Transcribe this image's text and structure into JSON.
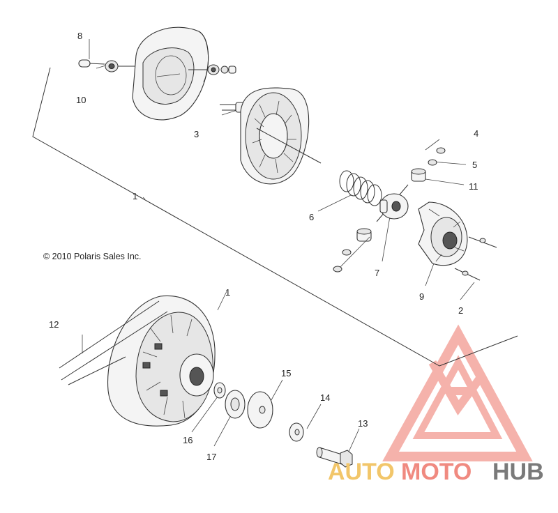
{
  "copyright": "© 2010 Polaris Sales Inc.",
  "callouts": [
    "8",
    "10",
    "3",
    "1",
    "6",
    "4",
    "5",
    "11",
    "7",
    "9",
    "2",
    "12",
    "1",
    "15",
    "14",
    "13",
    "16",
    "17"
  ],
  "watermark": {
    "part1": "AUTO",
    "part2": "MOTO",
    "part3": "HUB",
    "colors": {
      "auto": "#f2c66a",
      "moto": "#f08a80",
      "hub": "#7a7a7a",
      "triangle": "#f4a59d"
    }
  }
}
